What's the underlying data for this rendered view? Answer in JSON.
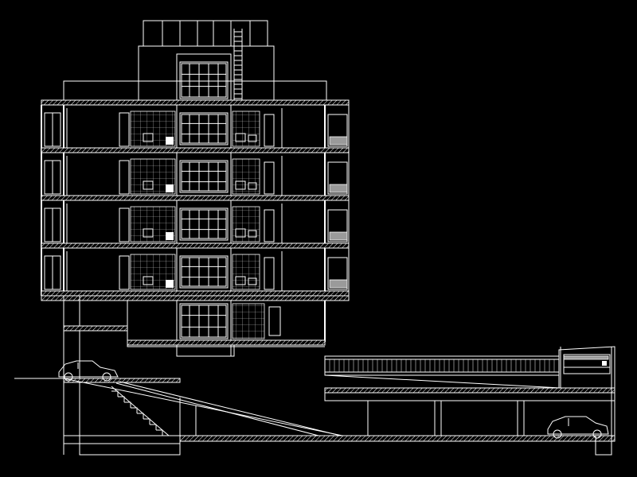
{
  "drawing": {
    "kind": "architectural-section",
    "background": "#000000",
    "line_color": "#ffffff",
    "floor_count_upper": 4,
    "has_rooftop_penthouse": true,
    "has_underground_garage": true,
    "has_ramp": true,
    "cars_shown": 2
  }
}
